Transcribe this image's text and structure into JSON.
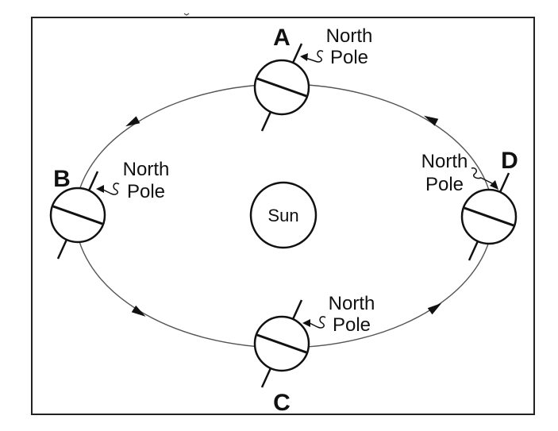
{
  "sun": {
    "label": "Sun"
  },
  "positions": [
    {
      "id": "A",
      "letter": "A",
      "pole_line1": "North",
      "pole_line2": "Pole"
    },
    {
      "id": "B",
      "letter": "B",
      "pole_line1": "North",
      "pole_line2": "Pole"
    },
    {
      "id": "C",
      "letter": "C",
      "pole_line1": "North",
      "pole_line2": "Pole"
    },
    {
      "id": "D",
      "letter": "D",
      "pole_line1": "North",
      "pole_line2": "Pole"
    }
  ],
  "colors": {
    "stroke": "#111111",
    "orbit": "#555555",
    "background": "#ffffff"
  }
}
